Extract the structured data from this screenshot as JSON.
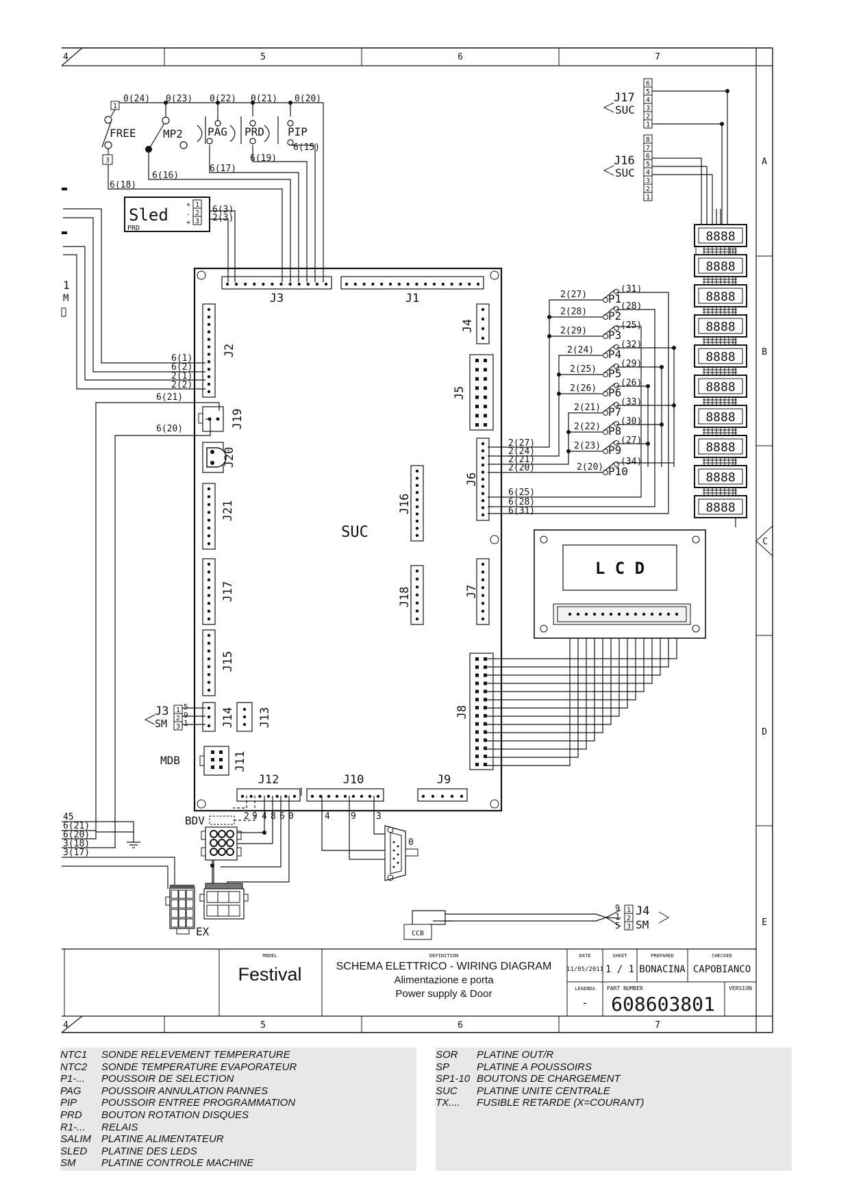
{
  "grid": {
    "columns_top": [
      "4",
      "5",
      "6",
      "7"
    ],
    "columns_bottom": [
      "4",
      "5",
      "6",
      "7"
    ],
    "rows": [
      "A",
      "B",
      "C",
      "D",
      "E"
    ]
  },
  "board": {
    "name": "SUC",
    "connectors": [
      "J1",
      "J2",
      "J3",
      "J4",
      "J5",
      "J6",
      "J7",
      "J8",
      "J9",
      "J10",
      "J11",
      "J12",
      "J13",
      "J14",
      "J15",
      "J16",
      "J17",
      "J18",
      "J19",
      "J20",
      "J21"
    ]
  },
  "buttons": {
    "free": "FREE",
    "mp2": "MP2",
    "pag": "PAG",
    "prd": "PRD",
    "pip": "PIP",
    "pin_1": "1",
    "pin_3": "3",
    "top_wires": [
      "0(24)",
      "0(23)",
      "0(22)",
      "0(21)",
      "0(20)"
    ],
    "low_wires": [
      "6(15)",
      "6(19)",
      "6(17)",
      "6(16)",
      "6(18)"
    ]
  },
  "sled": {
    "title": "Sled",
    "sub": "PRD",
    "plus": "+",
    "minus": "-",
    "pins": [
      "1",
      "2",
      "3"
    ],
    "wires": [
      "6(3)",
      "2(3)"
    ]
  },
  "j2_wires": [
    "6(1)",
    "6(2)",
    "2(1)",
    "2(2)"
  ],
  "left_wires": [
    "6(21)",
    "6(20)"
  ],
  "left_edge": {
    "one": "1",
    "m": "M"
  },
  "j17_ext": {
    "name": "J17",
    "sub": "SUC",
    "pins": [
      "6",
      "5",
      "4",
      "3",
      "2",
      "1"
    ]
  },
  "j16_ext": {
    "name": "J16",
    "sub": "SUC",
    "pins": [
      "8",
      "7",
      "6",
      "5",
      "4",
      "3",
      "2",
      "1"
    ]
  },
  "displays": {
    "text": "8888"
  },
  "p_buttons": {
    "labels": [
      "P1",
      "P2",
      "P3",
      "P4",
      "P5",
      "P6",
      "P7",
      "P8",
      "P9",
      "P10"
    ],
    "left_wires": [
      "2(27)",
      "2(28)",
      "2(29)",
      "2(24)",
      "2(25)",
      "2(26)",
      "2(21)",
      "2(22)",
      "2(23)",
      "2(20)"
    ],
    "right_wires": [
      "(31)",
      "(28)",
      "(25)",
      "(32)",
      "(29)",
      "(26)",
      "(33)",
      "(30)",
      "(27)",
      "(34)"
    ]
  },
  "j6_wires": [
    "2(27)",
    "2(24)",
    "2(21)",
    "2(20)",
    "6(25)",
    "6(28)",
    "6(31)"
  ],
  "lcd": {
    "text": "L C D"
  },
  "j3sm": {
    "name": "J3",
    "sub": "SM",
    "pins": [
      "1",
      "2",
      "3"
    ],
    "nums": [
      "5",
      "9",
      "1"
    ]
  },
  "mdb": "MDB",
  "j12_nums": [
    "2",
    "9",
    "4",
    "8",
    "6",
    "0"
  ],
  "j10_nums": [
    "4",
    "9",
    "3"
  ],
  "db9_zero": "0",
  "bdv": "BDV",
  "bottom_left": [
    "45",
    "6(21)",
    "6(20)",
    "3(18)",
    "3(17)"
  ],
  "ex": "EX",
  "ccb": "CCB",
  "j4sm": {
    "name": "J4",
    "sub": "SM",
    "pins": [
      "1",
      "2",
      "3"
    ],
    "nums": [
      "9",
      "1",
      "5"
    ]
  },
  "title_block": {
    "model_hdr": "MODEL",
    "model": "Festival",
    "def_hdr": "DEFINITION",
    "def_1": "SCHEMA ELETTRICO - WIRING DIAGRAM",
    "def_2": "Alimentazione e porta",
    "def_3": "Power supply & Door",
    "date_hdr": "DATE",
    "date": "11/05/2011",
    "sheet_hdr": "SHEET",
    "sheet": "1 / 1",
    "prep_hdr": "PREPARED",
    "prep": "BONACINA",
    "check_hdr": "CHECKED",
    "check": "CAPOBIANCO",
    "leg_hdr": "LEGENDA",
    "leg": "-",
    "pn_hdr": "PART NUMBER",
    "pn": "608603801",
    "ver_hdr": "VERSION"
  },
  "legend_left": [
    {
      "code": "NTC1",
      "desc": "SONDE RELEVEMENT TEMPERATURE"
    },
    {
      "code": "NTC2",
      "desc": "SONDE TEMPERATURE EVAPORATEUR"
    },
    {
      "code": "P1-...",
      "desc": "POUSSOIR DE SELECTION"
    },
    {
      "code": "PAG",
      "desc": "POUSSOIR ANNULATION PANNES"
    },
    {
      "code": "PIP",
      "desc": "POUSSOIR ENTREE PROGRAMMATION"
    },
    {
      "code": "PRD",
      "desc": "BOUTON ROTATION DISQUES"
    },
    {
      "code": "R1-...",
      "desc": "RELAIS"
    },
    {
      "code": "SALIM",
      "desc": "PLATINE ALIMENTATEUR"
    },
    {
      "code": "SLED",
      "desc": "PLATINE DES LEDS"
    },
    {
      "code": "SM",
      "desc": "PLATINE CONTROLE MACHINE"
    }
  ],
  "legend_right": [
    {
      "code": "SOR",
      "desc": "PLATINE OUT/R"
    },
    {
      "code": "SP",
      "desc": "PLATINE A POUSSOIRS"
    },
    {
      "code": "SP1-10",
      "desc": "BOUTONS DE CHARGEMENT"
    },
    {
      "code": "SUC",
      "desc": "PLATINE UNITE CENTRALE"
    },
    {
      "code": "TX....",
      "desc": "FUSIBLE RETARDE (X=COURANT)"
    }
  ]
}
